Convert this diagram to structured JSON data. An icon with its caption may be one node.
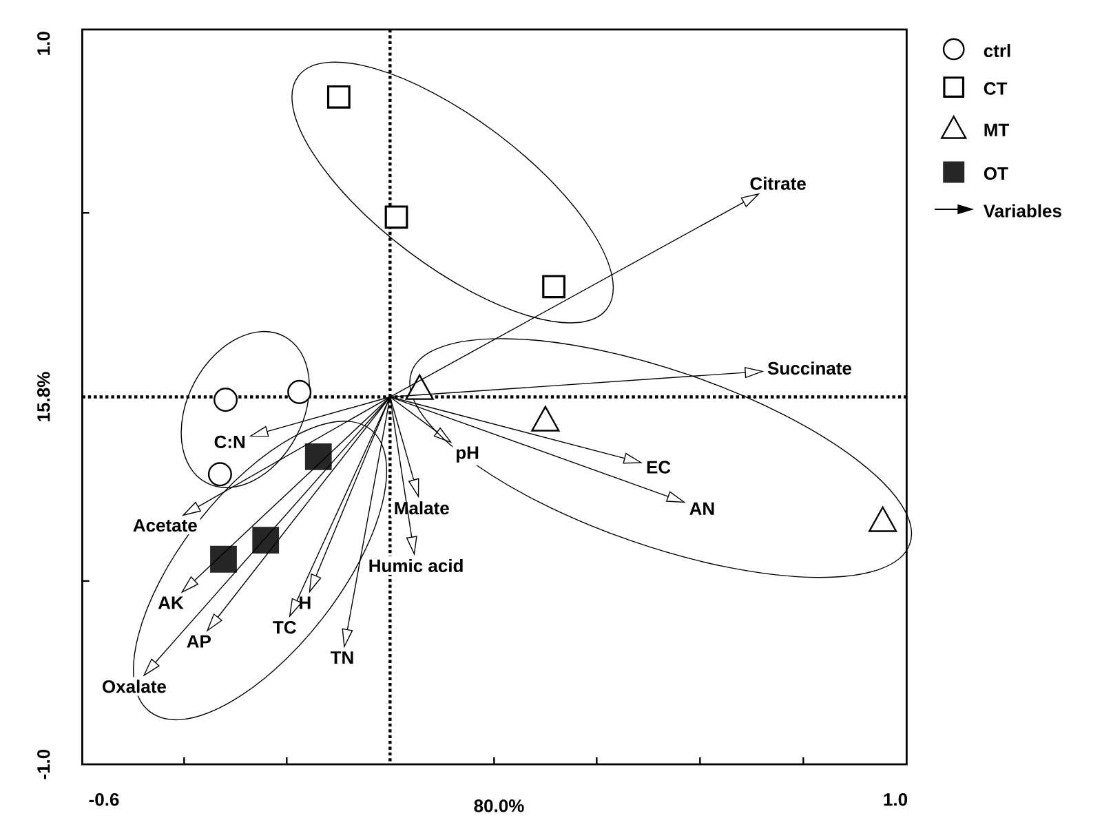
{
  "diagram": {
    "nodes": [
      {
        "text": [
          "Citrate"
        ]
      },
      {
        "text": [
          "Succinate"
        ]
      },
      {
        "text": [
          "C:N"
        ]
      },
      {
        "text": [
          "pH"
        ]
      },
      {
        "text": [
          "EC"
        ]
      },
      {
        "text": [
          "Malate"
        ]
      },
      {
        "text": [
          "AN"
        ]
      },
      {
        "text": [
          "Acetate"
        ]
      },
      {
        "text": [
          "Humic acid"
        ]
      },
      {
        "text": [
          "AK"
        ]
      },
      {
        "text": [
          "H"
        ]
      },
      {
        "text": [
          "TC"
        ]
      },
      {
        "text": [
          "AP"
        ]
      },
      {
        "text": [
          "TN"
        ]
      },
      {
        "text": [
          "Oxalate"
        ]
      }
    ],
    "edges": [
      {
        "from": null,
        "to": 0,
        "arrow": "to"
      },
      {
        "from": null,
        "to": 1,
        "arrow": "to"
      },
      {
        "from": null,
        "to": 2,
        "arrow": "to"
      },
      {
        "from": null,
        "to": 3,
        "arrow": "to"
      },
      {
        "from": null,
        "to": 4,
        "arrow": "to"
      },
      {
        "from": null,
        "to": 5,
        "arrow": "to"
      },
      {
        "from": null,
        "to": 6,
        "arrow": "to"
      },
      {
        "from": null,
        "to": 7,
        "arrow": "to"
      },
      {
        "from": null,
        "to": 8,
        "arrow": "to"
      },
      {
        "from": null,
        "to": 9,
        "arrow": "to"
      },
      {
        "from": null,
        "to": 10,
        "arrow": "to"
      },
      {
        "from": null,
        "to": 11,
        "arrow": "to"
      },
      {
        "from": null,
        "to": 12,
        "arrow": "to"
      },
      {
        "from": null,
        "to": 13,
        "arrow": "to"
      },
      {
        "from": null,
        "to": 14,
        "arrow": "to"
      }
    ],
    "labels": [
      "1.0",
      "15.8%",
      "-1.0",
      "-0.6",
      "80.0%",
      "1.0"
    ],
    "legend": [
      {
        "text": "ctrl"
      },
      {
        "text": "CT"
      },
      {
        "text": "MT"
      },
      {
        "text": "OT"
      },
      {
        "text": "Variables"
      }
    ]
  }
}
